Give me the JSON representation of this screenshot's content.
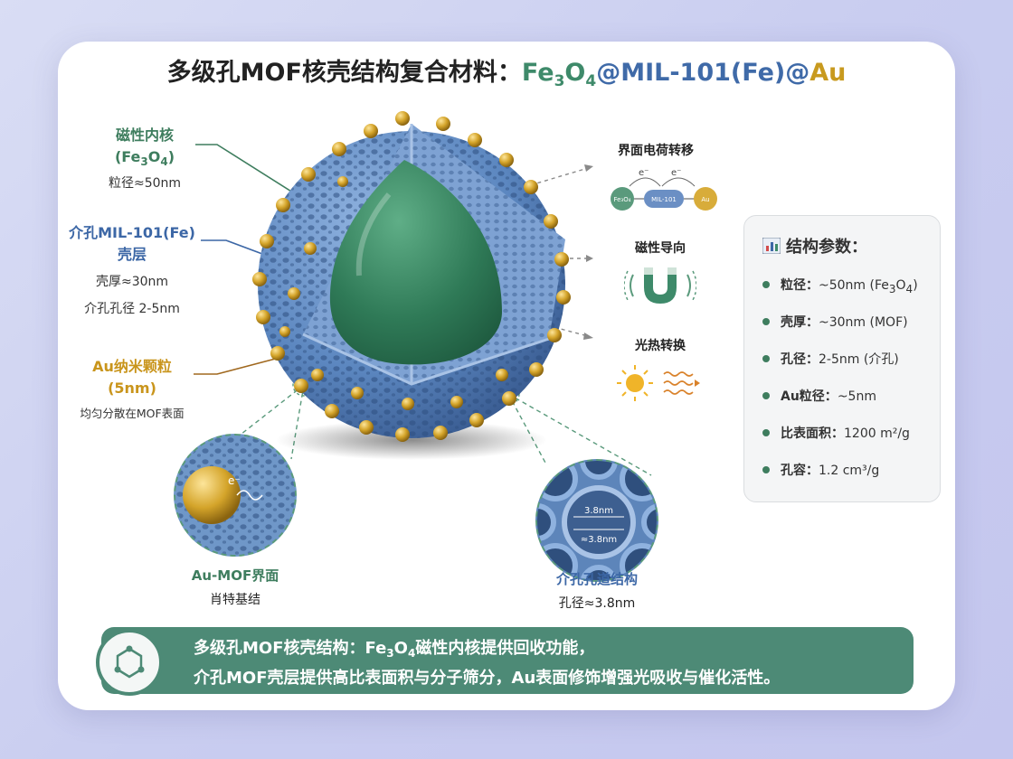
{
  "title": {
    "prefix": "多级孔MOF核壳结构复合材料：",
    "fe": "Fe",
    "fe_sub": "3",
    "o": "O",
    "o_sub": "4",
    "at1": "@",
    "mil": "MIL-101(Fe)",
    "at2": "@",
    "au": "Au"
  },
  "left_labels": {
    "core": {
      "title": "磁性内核",
      "formula_open": "(Fe",
      "formula_sub1": "3",
      "formula_mid": "O",
      "formula_sub2": "4",
      "formula_close": ")",
      "detail": "粒径≈50nm"
    },
    "shell": {
      "title_line1": "介孔MIL-101(Fe)",
      "title_line2": "壳层",
      "detail1": "壳厚≈30nm",
      "detail2": "介孔孔径 2-5nm"
    },
    "au": {
      "title_line1": "Au纳米颗粒",
      "title_line2": "(5nm)",
      "detail": "均匀分散在MOF表面"
    }
  },
  "features": {
    "transfer": {
      "title": "界面电荷转移",
      "e1": "e⁻",
      "e2": "e⁻",
      "node1": "Fe₃O₄",
      "node2": "MIL-101",
      "node3": "Au"
    },
    "magnetic": {
      "title": "磁性导向"
    },
    "photothermal": {
      "title": "光热转换"
    }
  },
  "params": {
    "title": "结构参数：",
    "rows": [
      {
        "key": "粒径：",
        "value": "~50nm (Fe",
        "sub": "3",
        "mid": "O",
        "sub2": "4",
        "end": ")"
      },
      {
        "key": "壳厚：",
        "value": "~30nm (MOF)"
      },
      {
        "key": "孔径：",
        "value": "2-5nm (介孔)"
      },
      {
        "key": "Au粒径：",
        "value": "~5nm"
      },
      {
        "key": "比表面积：",
        "value": "1200 m²/g"
      },
      {
        "key": "孔容：",
        "value": "1.2 cm³/g"
      }
    ]
  },
  "zooms": {
    "interface": {
      "title": "Au-MOF界面",
      "detail": "肖特基结",
      "e_label": "e⁻"
    },
    "channel": {
      "title": "介孔孔道结构",
      "detail": "孔径≈3.8nm",
      "dim1": "3.8nm",
      "dim2": "≈3.8nm"
    }
  },
  "banner": {
    "line1_a": "多级孔MOF核壳结构：Fe",
    "line1_sub1": "3",
    "line1_b": "O",
    "line1_sub2": "4",
    "line1_c": "磁性内核提供回收功能，",
    "line2": "介孔MOF壳层提供高比表面积与分子筛分，Au表面修饰增强光吸收与催化活性。"
  },
  "colors": {
    "core_green": "#3e8a6a",
    "shell_blue": "#5b86bf",
    "au_gold": "#d4a42a",
    "banner_teal": "#4d8a76"
  }
}
